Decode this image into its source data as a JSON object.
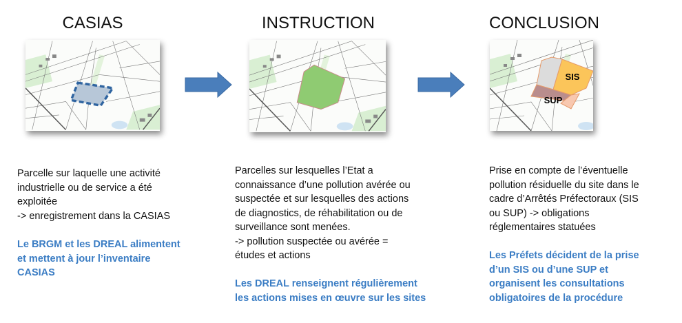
{
  "steps": [
    {
      "title": "CASIAS",
      "description": [
        "Parcelle sur laquelle une activité",
        "industrielle ou de service a été",
        "exploitée",
        "-> enregistrement dans la CASIAS"
      ],
      "note": [
        "Le BRGM et les DREAL alimentent",
        "et mettent à jour l’inventaire",
        "CASIAS"
      ]
    },
    {
      "title": "INSTRUCTION",
      "description": [
        "Parcelles sur lesquelles l’Etat a",
        "connaissance d’une pollution avérée ou",
        "suspectée et sur lesquelles des actions",
        "de diagnostics, de réhabilitation ou de",
        "surveillance sont menées.",
        "-> pollution suspectée ou avérée =",
        "études et actions"
      ],
      "note": [
        "Les DREAL renseignent régulièrement",
        "les actions mises en œuvre sur les sites"
      ]
    },
    {
      "title": "CONCLUSION",
      "description": [
        "Prise en compte de l’éventuelle",
        "pollution résiduelle du site dans le",
        "cadre d’Arrêtés Préfectoraux (SIS",
        "ou SUP) -> obligations",
        "réglementaires statuées"
      ],
      "note": [
        "Les Préfets décident de la prise",
        "d’un SIS ou d’une SUP et",
        "organisent les consultations",
        "obligatoires de la procédure"
      ]
    }
  ],
  "map_labels": {
    "sis": "SIS",
    "sup": "SUP"
  },
  "colors": {
    "arrow": "#4a7ebb",
    "note": "#3b7dc4"
  }
}
